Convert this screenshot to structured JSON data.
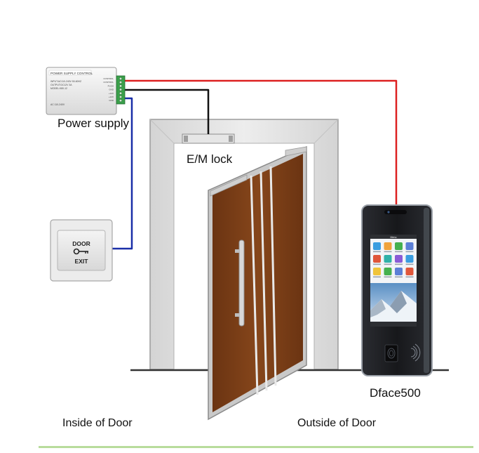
{
  "labels": {
    "power_supply": "Power supply",
    "em_lock": "E/M lock",
    "device": "Dface500",
    "inside": "Inside of Door",
    "outside": "Outside of Door"
  },
  "psu_box": {
    "title": "POWER SUPPLY CONTROL",
    "spec_line1": "INPUT:AC110-240V 50-60HZ",
    "spec_line2": "OUTPUT:DC12V 3A",
    "spec_line3": "MODEL:K80-12",
    "terminal_labels": [
      "CONTROL",
      "CONTROL",
      "PUSH",
      "GND",
      "+12V",
      "+12V",
      "GND"
    ],
    "bottom_text": "AC 110-240V"
  },
  "exit_button": {
    "line1": "DOOR",
    "line2": "EXIT"
  },
  "device_screen": {
    "header": "Menu"
  },
  "colors": {
    "wire_red": "#dd2020",
    "wire_black": "#111111",
    "wire_blue": "#1a2fa8",
    "door_brown": "#7a3e17",
    "frame_grey": "#e6e6e6",
    "device_dark": "#1e2024",
    "accent_green": "#b8dc9c"
  },
  "icons": [
    "app-tile-icon",
    "key-icon",
    "fingerprint-icon",
    "nfc-icon"
  ]
}
